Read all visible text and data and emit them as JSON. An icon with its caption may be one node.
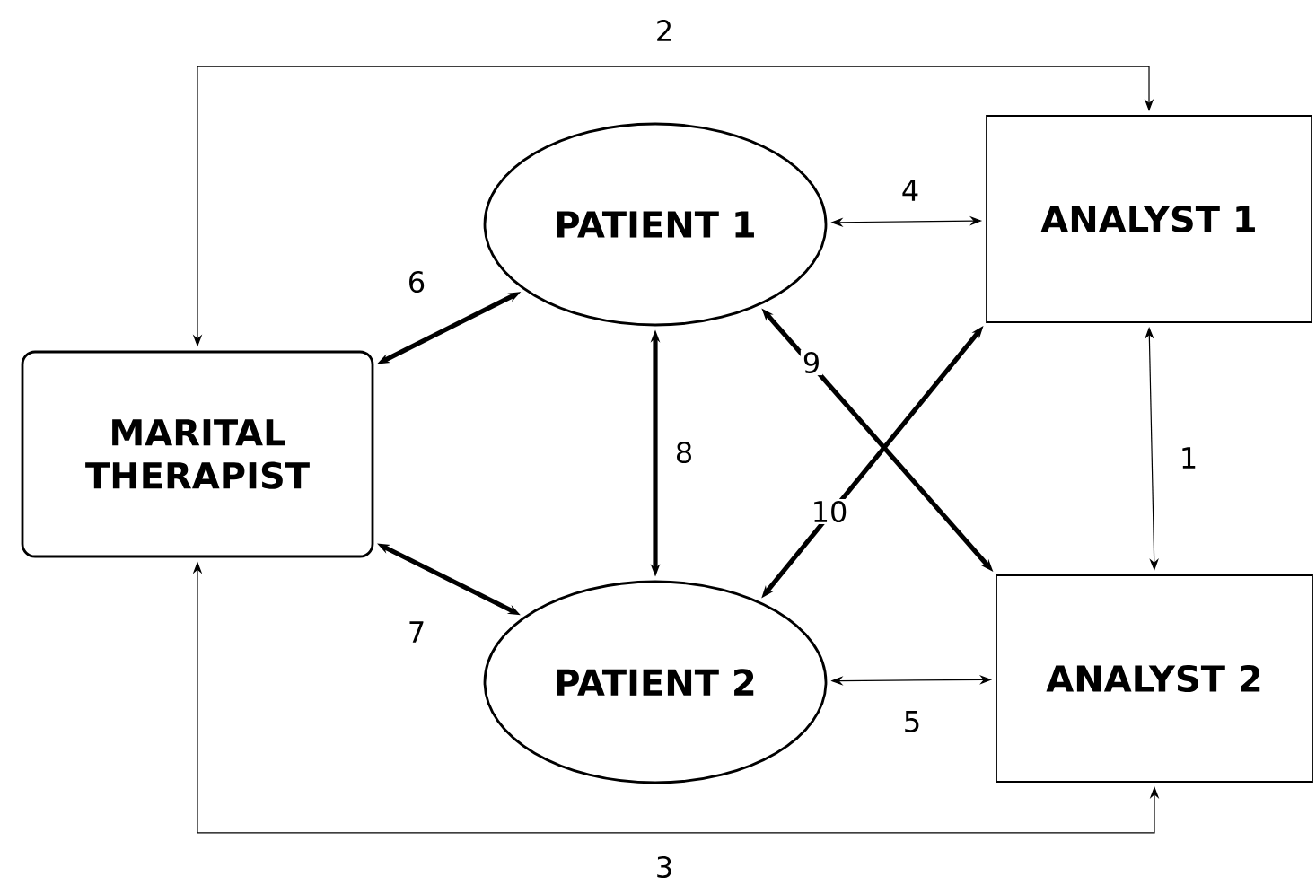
{
  "diagram": {
    "nodes": [
      {
        "text": [
          "MARITAL THERAPIST"
        ]
      },
      {
        "text": [
          "PATIENT 1"
        ]
      },
      {
        "text": [
          "PATIENT 2"
        ]
      },
      {
        "text": [
          "ANALYST 1"
        ]
      },
      {
        "text": [
          "ANALYST 2"
        ]
      }
    ],
    "edges": [
      {
        "from": 3,
        "to": 4,
        "arrow": "both",
        "label": "1"
      },
      {
        "from": 0,
        "to": 3,
        "arrow": "both",
        "label": "2"
      },
      {
        "from": 0,
        "to": 4,
        "arrow": "both",
        "label": "3"
      },
      {
        "from": 1,
        "to": 3,
        "arrow": "both",
        "label": "4"
      },
      {
        "from": 4,
        "to": 2,
        "arrow": "both",
        "label": "5"
      },
      {
        "from": 0,
        "to": 1,
        "arrow": "both",
        "label": "6",
        "style": "thick"
      },
      {
        "from": 0,
        "to": 2,
        "arrow": "both",
        "label": "7",
        "style": "thick"
      },
      {
        "from": 1,
        "to": 2,
        "arrow": "both",
        "label": "8",
        "style": "thick"
      },
      {
        "from": 1,
        "to": 4,
        "arrow": "both",
        "label": "9",
        "style": "thick"
      },
      {
        "from": 3,
        "to": 2,
        "arrow": "both",
        "label": "10",
        "style": "thick"
      }
    ]
  }
}
